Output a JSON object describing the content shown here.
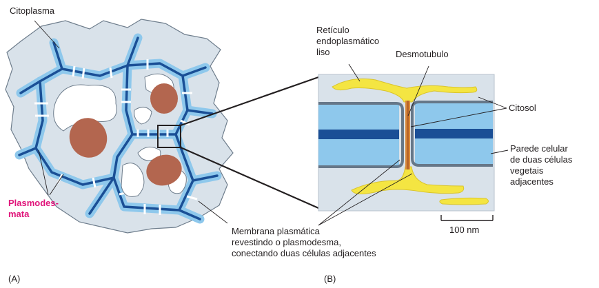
{
  "panel_a": {
    "tag": "(A)",
    "label_cytoplasm": "Citoplasma",
    "label_plasmodesmata_l1": "Plasmodes-",
    "label_plasmodesmata_l2": "mata"
  },
  "panel_b": {
    "tag": "(B)",
    "label_er_l1": "Retículo",
    "label_er_l2": "endoplasmático",
    "label_er_l3": "liso",
    "label_desmotubule": "Desmotubulo",
    "label_cytosol": "Citosol",
    "label_wall_l1": "Parede celular",
    "label_wall_l2": "de duas células",
    "label_wall_l3": "vegetais",
    "label_wall_l4": "adjacentes",
    "label_membrane_l1": "Membrana plasmática",
    "label_membrane_l2": "revestindo o plasmodesma,",
    "label_membrane_l3": "conectando duas células adjacentes",
    "scale_bar": "100 nm"
  },
  "colors": {
    "cytoplasm": "#d9e2ea",
    "cell_wall": "#8ec8ec",
    "middle_lamella": "#1a4f96",
    "vacuole": "#ffffff",
    "nucleus": "#b3664f",
    "er": "#f4e542",
    "desmotubule": "#d98b3c",
    "membrane": "#667788",
    "highlight_label": "#e0147a"
  }
}
